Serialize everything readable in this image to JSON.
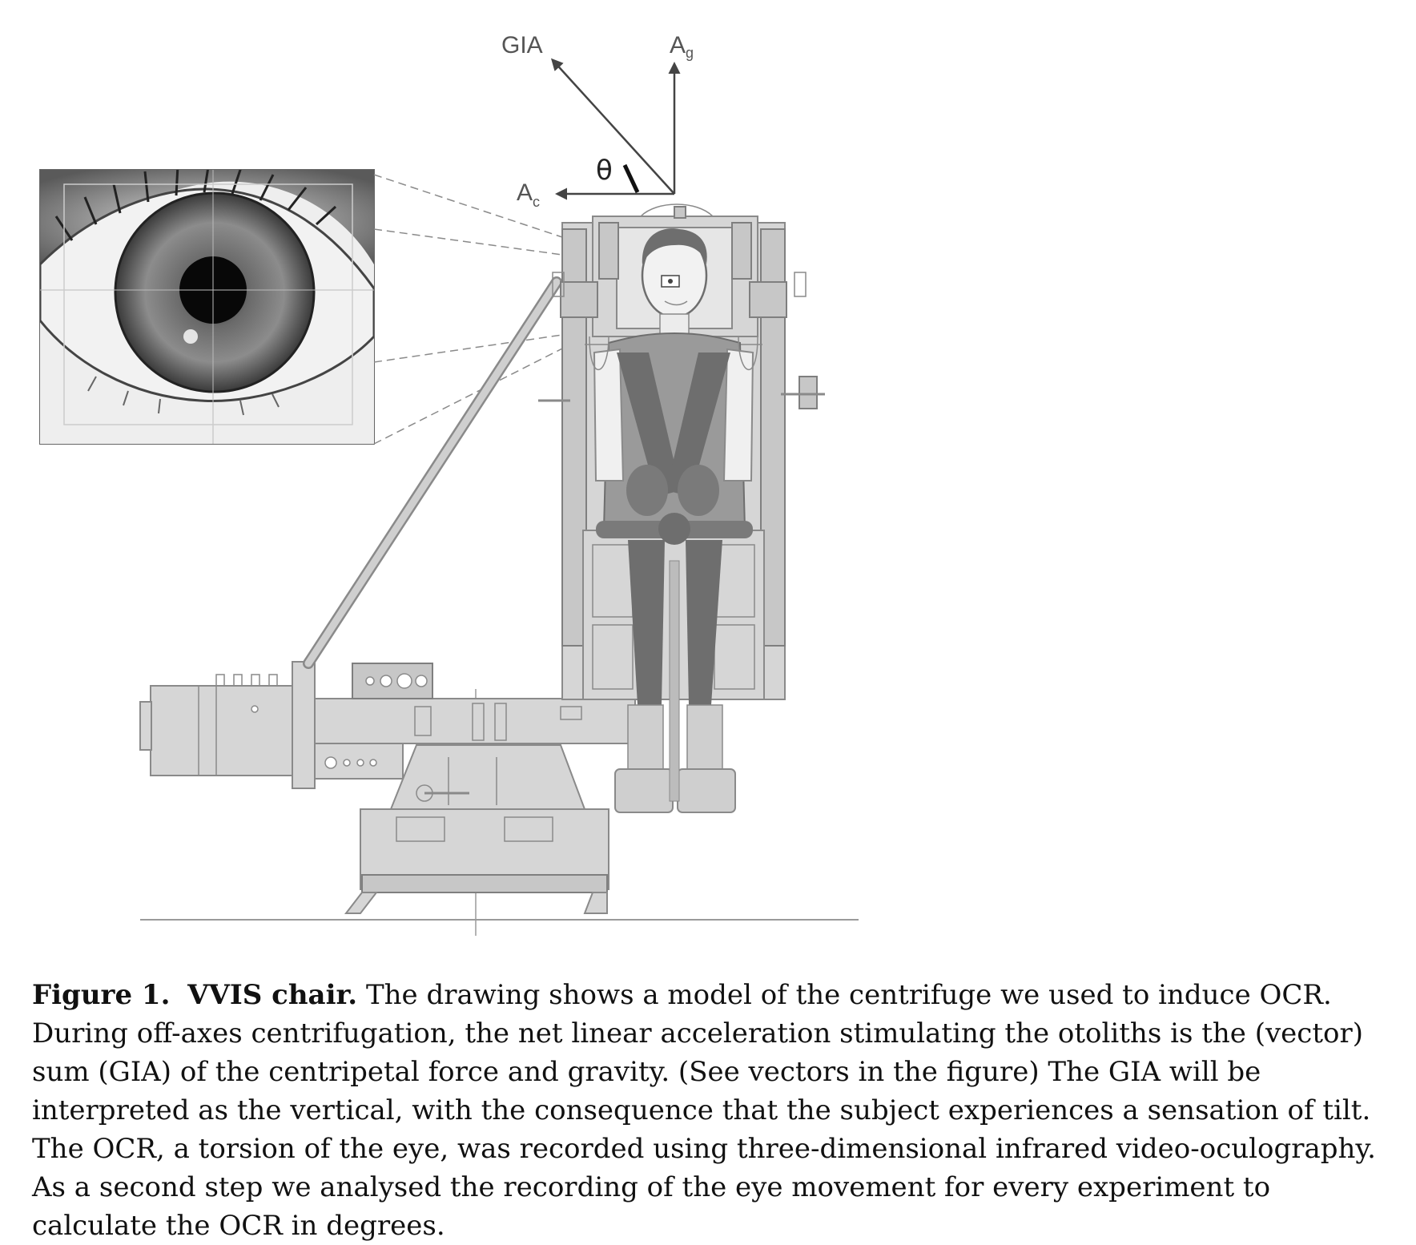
{
  "figure": {
    "vectors": {
      "gia_label": "GIA",
      "ag_label": "A",
      "ag_sub": "g",
      "ac_label": "A",
      "ac_sub": "c",
      "theta_label": "θ"
    },
    "colors": {
      "machine_fill": "#d6d6d6",
      "machine_stroke": "#8a8a8a",
      "body_dark": "#6e6e6e",
      "vector_stroke": "#444444"
    }
  },
  "caption": {
    "label": "Figure 1.",
    "title": "VVIS chair.",
    "text": "The drawing shows a model of the centrifuge we used to induce OCR. During off-axes centrifugation, the net linear acceleration stimulating the otoliths is the (vector) sum (GIA) of the centripetal force and gravity. (See vectors in the figure) The GIA will be interpreted as the vertical, with the consequence that the subject experiences a sensation of tilt. The OCR, a torsion of the eye, was recorded using three-dimensional infrared video-oculography. As a second step we analysed the recording of the eye movement for every experiment to calculate the OCR in degrees."
  }
}
